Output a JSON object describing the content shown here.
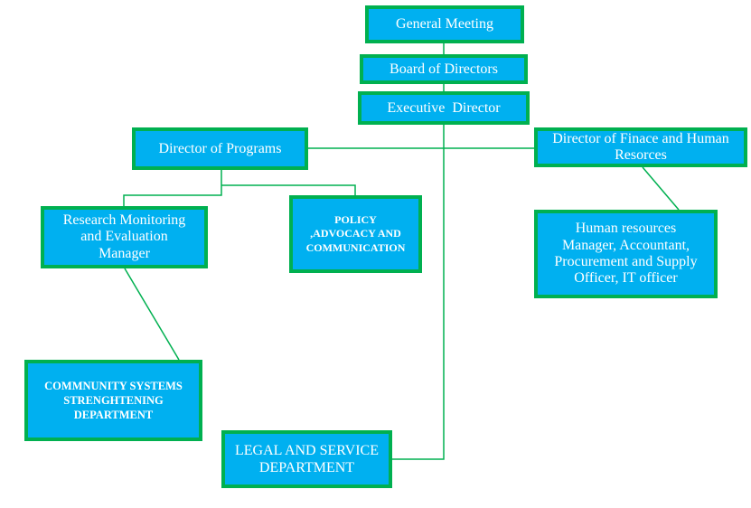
{
  "diagram": {
    "type": "org-chart",
    "colors": {
      "box_fill": "#00b0f0",
      "box_border": "#00b050",
      "connector": "#00b050",
      "text": "#ffffff"
    },
    "nodes": {
      "general_meeting": "General Meeting",
      "board_of_directors": "Board of Directors",
      "executive_director": "Executive  Director",
      "director_of_programs": "Director of Programs",
      "director_finance_hr": [
        "Director of Finace and Human",
        "Resorces"
      ],
      "research_monitoring": [
        "Research Monitoring",
        "and Evaluation",
        "Manager"
      ],
      "policy_advocacy": [
        "POLICY",
        ",ADVOCACY AND",
        "COMMUNICATION"
      ],
      "hr_staff": [
        "Human resources",
        "Manager, Accountant,",
        "Procurement and Supply",
        "Officer, IT officer"
      ],
      "community_systems": [
        "COMMNUNITY SYSTEMS",
        "STRENGHTENING",
        "DEPARTMENT"
      ],
      "legal_service": [
        "LEGAL AND SERVICE",
        "DEPARTMENT"
      ]
    },
    "edges": [
      [
        "general_meeting",
        "board_of_directors"
      ],
      [
        "board_of_directors",
        "executive_director"
      ],
      [
        "executive_director",
        "director_of_programs"
      ],
      [
        "executive_director",
        "director_finance_hr"
      ],
      [
        "executive_director",
        "legal_service"
      ],
      [
        "director_of_programs",
        "research_monitoring"
      ],
      [
        "director_of_programs",
        "policy_advocacy"
      ],
      [
        "director_finance_hr",
        "hr_staff"
      ],
      [
        "research_monitoring",
        "community_systems"
      ]
    ]
  }
}
